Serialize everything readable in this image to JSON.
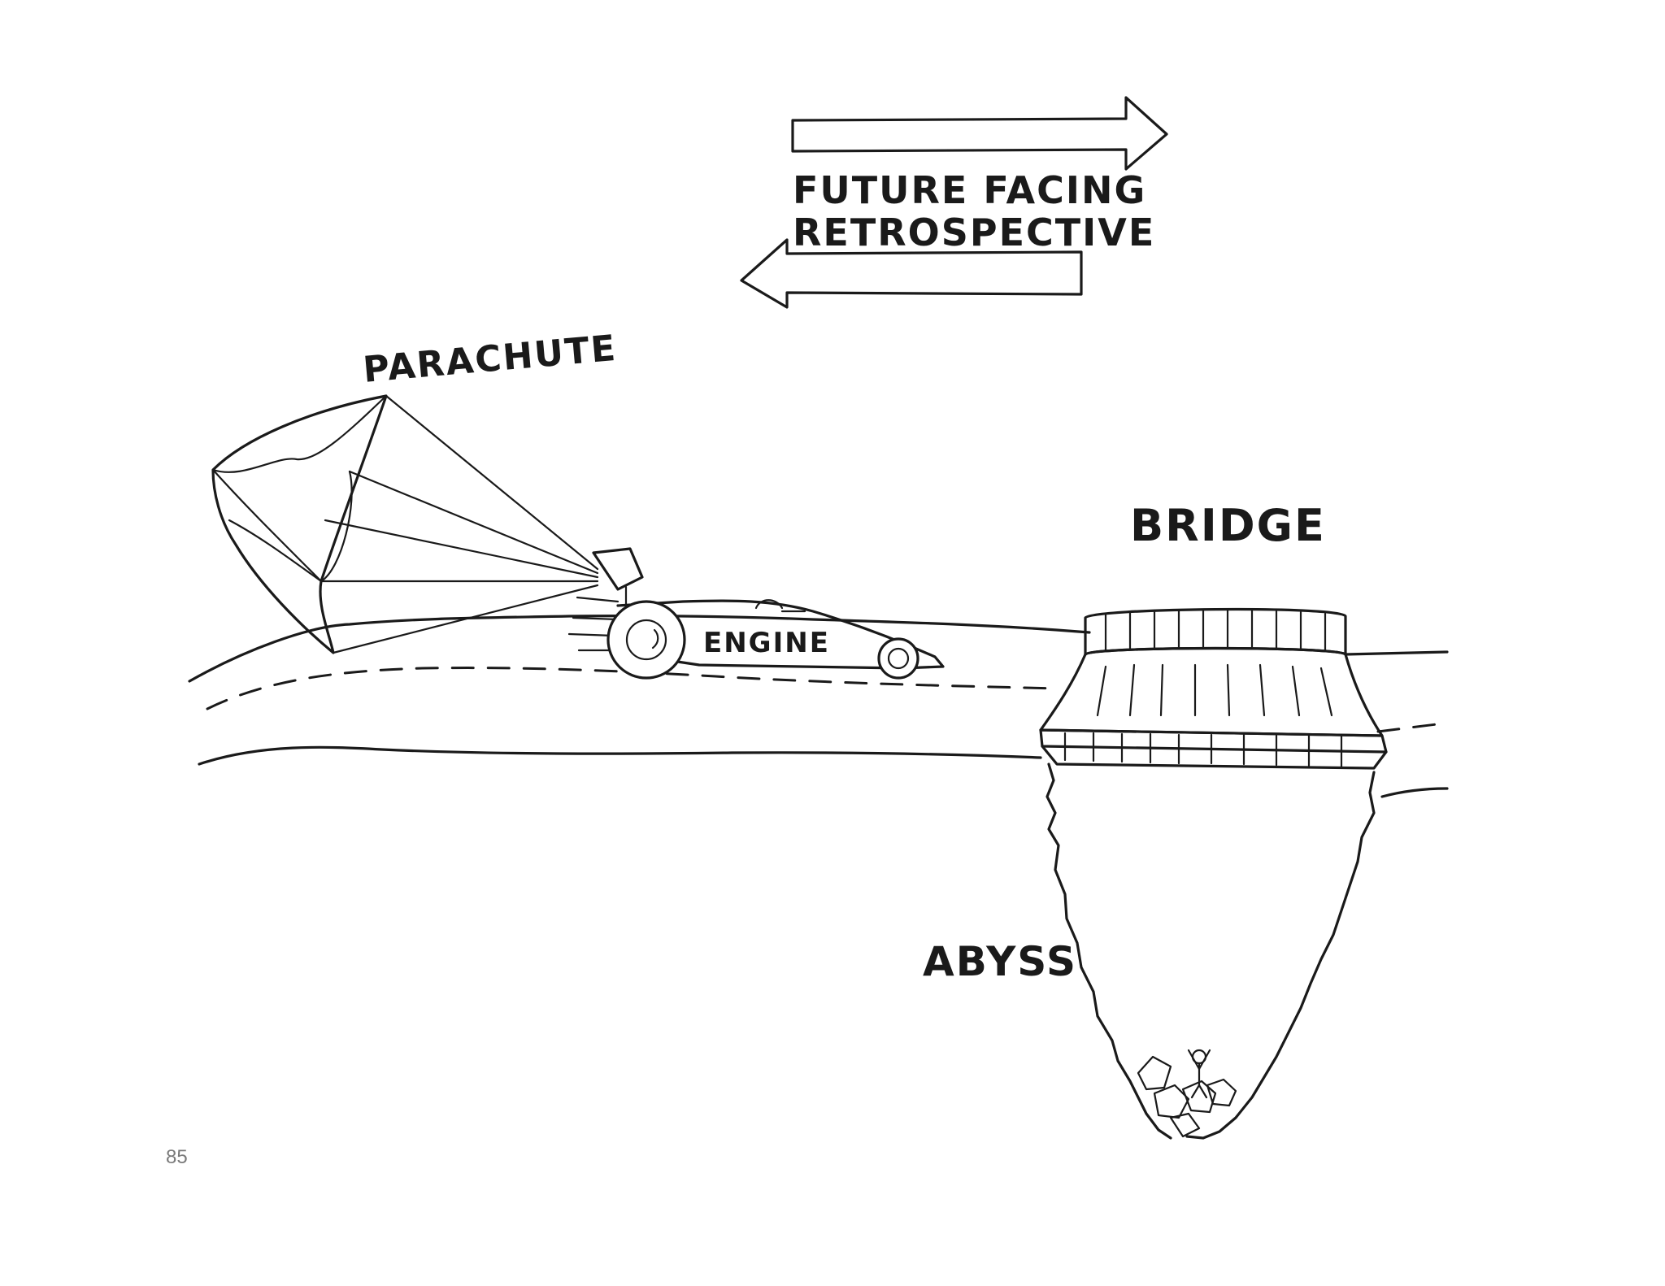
{
  "labels": {
    "future": "FUTURE FACING",
    "retrospective": "RETROSPECTIVE",
    "parachute": "PARACHUTE",
    "engine": "ENGINE",
    "bridge": "BRIDGE",
    "abyss": "ABYSS"
  },
  "page_number": "85",
  "colors": {
    "ink": "#1a1a1a",
    "paper": "#ffffff",
    "page_number": "#7a7a7a"
  }
}
